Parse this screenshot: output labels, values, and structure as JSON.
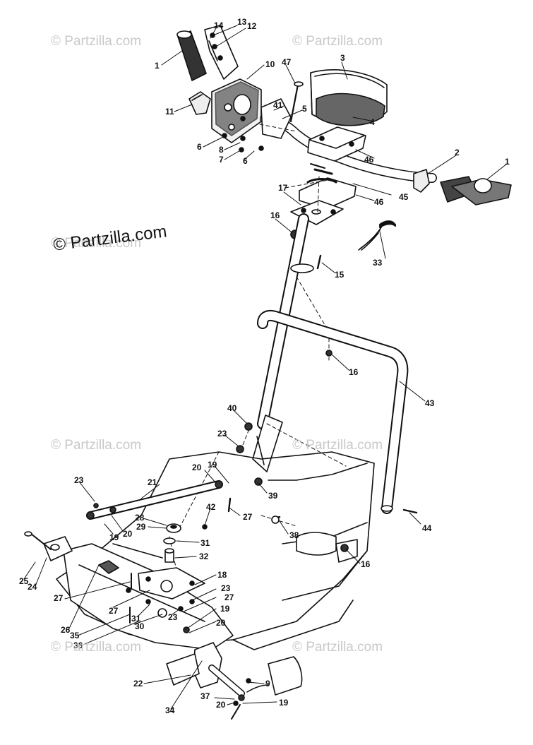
{
  "watermark": {
    "main": "© Partzilla.com",
    "small": "© Partzilla.com"
  },
  "callouts": {
    "c1a": "1",
    "c14": "14",
    "c13": "13",
    "c12": "12",
    "c10": "10",
    "c47": "47",
    "c3": "3",
    "c11": "11",
    "c41": "41",
    "c5": "5",
    "c4": "4",
    "c6a": "6",
    "c8": "8",
    "c7": "7",
    "c6b": "6",
    "c46a": "46",
    "c2": "2",
    "c1b": "1",
    "c17": "17",
    "c45": "45",
    "c46b": "46",
    "c16a": "16",
    "c33": "33",
    "c15": "15",
    "c16b": "16",
    "c43": "43",
    "c40": "40",
    "c23a": "23",
    "c20a": "20",
    "c19a": "19",
    "c39": "39",
    "c21": "21",
    "c23b": "23",
    "c27a": "27",
    "c42": "42",
    "c44": "44",
    "c20b": "20",
    "c28": "28",
    "c29": "29",
    "c19b": "19",
    "c38": "38",
    "c31a": "31",
    "c32": "32",
    "c25": "25",
    "c24": "24",
    "c16c": "16",
    "c18": "18",
    "c27b": "27",
    "c23c": "23",
    "c27c": "27",
    "c27d": "27",
    "c23d": "23",
    "c19c": "19",
    "c31b": "31",
    "c30": "30",
    "c20c": "20",
    "c26": "26",
    "c35": "35",
    "c36": "36",
    "c22": "22",
    "c9": "9",
    "c37": "37",
    "c20d": "20",
    "c19d": "19",
    "c34": "34"
  }
}
